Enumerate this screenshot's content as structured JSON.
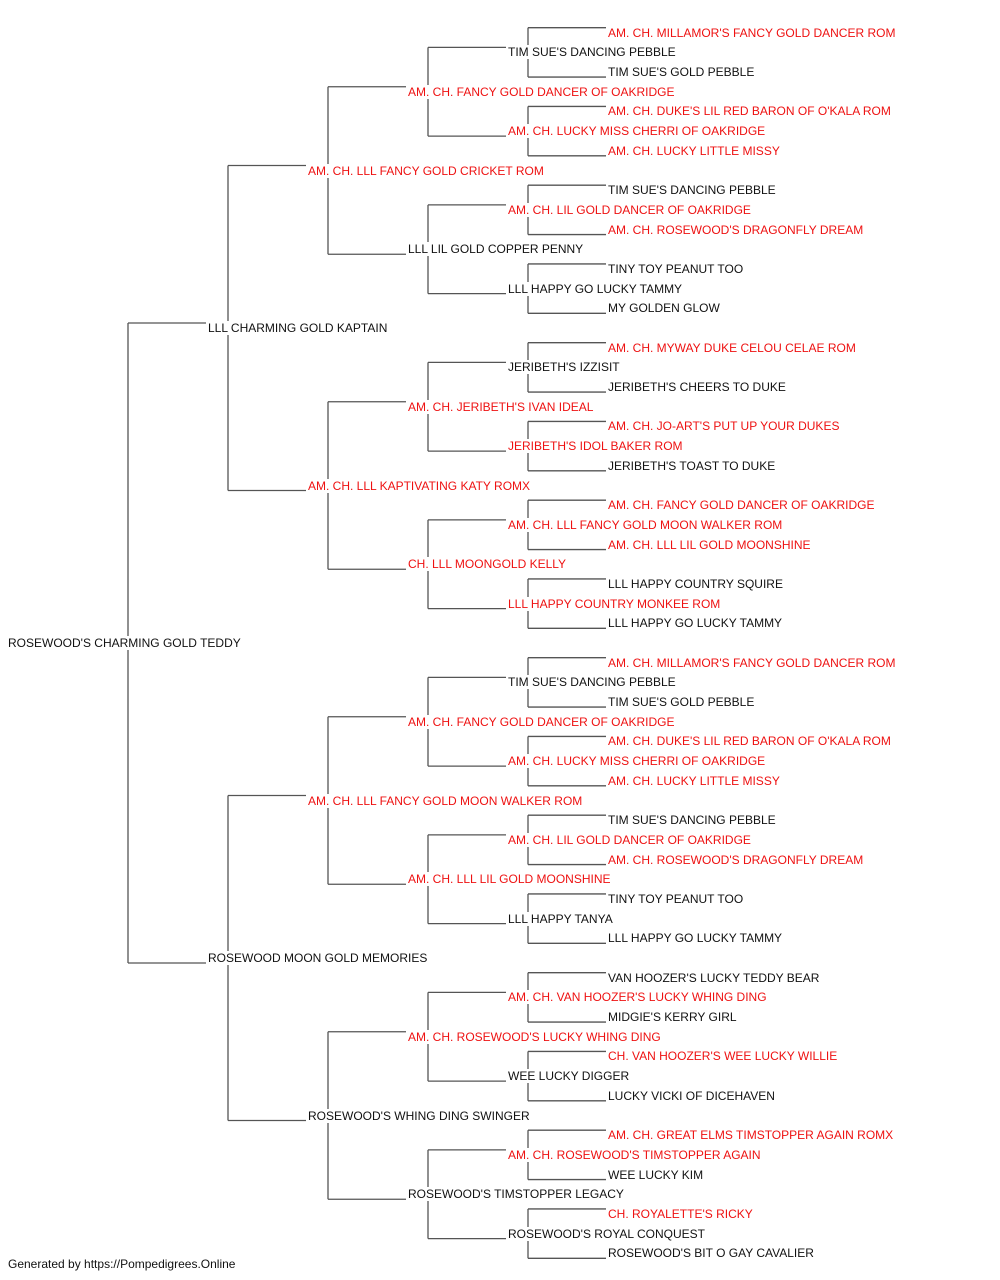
{
  "colors": {
    "champion": "#ee1111",
    "normal": "#111111",
    "line": "#555555"
  },
  "pedigree": {
    "name": "ROSEWOOD'S CHARMING GOLD TEDDY",
    "champion": false,
    "sire": {
      "name": "LLL CHARMING GOLD KAPTAIN",
      "champion": false,
      "sire": {
        "name": "AM. CH. LLL FANCY GOLD CRICKET ROM",
        "champion": true,
        "sire": {
          "name": "AM. CH. FANCY GOLD DANCER OF OAKRIDGE",
          "champion": true,
          "sire": {
            "name": "TIM SUE'S DANCING PEBBLE",
            "champion": false,
            "sire": {
              "name": "AM. CH. MILLAMOR'S FANCY GOLD DANCER ROM",
              "champion": true
            },
            "dam": {
              "name": "TIM SUE'S GOLD PEBBLE",
              "champion": false
            }
          },
          "dam": {
            "name": "AM. CH. LUCKY MISS CHERRI OF OAKRIDGE",
            "champion": true,
            "sire": {
              "name": "AM. CH. DUKE'S LIL RED BARON OF O'KALA ROM",
              "champion": true
            },
            "dam": {
              "name": "AM. CH. LUCKY LITTLE MISSY",
              "champion": true
            }
          }
        },
        "dam": {
          "name": "LLL LIL GOLD COPPER PENNY",
          "champion": false,
          "sire": {
            "name": "AM. CH. LIL GOLD DANCER OF OAKRIDGE",
            "champion": true,
            "sire": {
              "name": "TIM SUE'S DANCING PEBBLE",
              "champion": false
            },
            "dam": {
              "name": "AM. CH. ROSEWOOD'S DRAGONFLY DREAM",
              "champion": true
            }
          },
          "dam": {
            "name": "LLL HAPPY GO LUCKY TAMMY",
            "champion": false,
            "sire": {
              "name": "TINY TOY PEANUT TOO",
              "champion": false
            },
            "dam": {
              "name": "MY GOLDEN GLOW",
              "champion": false
            }
          }
        }
      },
      "dam": {
        "name": "AM. CH. LLL KAPTIVATING KATY ROMX",
        "champion": true,
        "sire": {
          "name": "AM. CH. JERIBETH'S IVAN IDEAL",
          "champion": true,
          "sire": {
            "name": "JERIBETH'S IZZISIT",
            "champion": false,
            "sire": {
              "name": "AM. CH. MYWAY DUKE CELOU CELAE ROM",
              "champion": true
            },
            "dam": {
              "name": "JERIBETH'S CHEERS TO DUKE",
              "champion": false
            }
          },
          "dam": {
            "name": "JERIBETH'S IDOL BAKER ROM",
            "champion": true,
            "sire": {
              "name": "AM. CH. JO-ART'S PUT UP YOUR DUKES",
              "champion": true
            },
            "dam": {
              "name": "JERIBETH'S TOAST TO DUKE",
              "champion": false
            }
          }
        },
        "dam": {
          "name": "CH. LLL MOONGOLD KELLY",
          "champion": true,
          "sire": {
            "name": "AM. CH. LLL FANCY GOLD MOON WALKER ROM",
            "champion": true,
            "sire": {
              "name": "AM. CH. FANCY GOLD DANCER OF OAKRIDGE",
              "champion": true
            },
            "dam": {
              "name": "AM. CH. LLL LIL GOLD MOONSHINE",
              "champion": true
            }
          },
          "dam": {
            "name": "LLL HAPPY COUNTRY MONKEE ROM",
            "champion": true,
            "sire": {
              "name": "LLL HAPPY COUNTRY SQUIRE",
              "champion": false
            },
            "dam": {
              "name": "LLL HAPPY GO LUCKY TAMMY",
              "champion": false
            }
          }
        }
      }
    },
    "dam": {
      "name": "ROSEWOOD MOON GOLD MEMORIES",
      "champion": false,
      "sire": {
        "name": "AM. CH. LLL FANCY GOLD MOON WALKER ROM",
        "champion": true,
        "sire": {
          "name": "AM. CH. FANCY GOLD DANCER OF OAKRIDGE",
          "champion": true,
          "sire": {
            "name": "TIM SUE'S DANCING PEBBLE",
            "champion": false,
            "sire": {
              "name": "AM. CH. MILLAMOR'S FANCY GOLD DANCER ROM",
              "champion": true
            },
            "dam": {
              "name": "TIM SUE'S GOLD PEBBLE",
              "champion": false
            }
          },
          "dam": {
            "name": "AM. CH. LUCKY MISS CHERRI OF OAKRIDGE",
            "champion": true,
            "sire": {
              "name": "AM. CH. DUKE'S LIL RED BARON OF O'KALA ROM",
              "champion": true
            },
            "dam": {
              "name": "AM. CH. LUCKY LITTLE MISSY",
              "champion": true
            }
          }
        },
        "dam": {
          "name": "AM. CH. LLL LIL GOLD MOONSHINE",
          "champion": true,
          "sire": {
            "name": "AM. CH. LIL GOLD DANCER OF OAKRIDGE",
            "champion": true,
            "sire": {
              "name": "TIM SUE'S DANCING PEBBLE",
              "champion": false
            },
            "dam": {
              "name": "AM. CH. ROSEWOOD'S DRAGONFLY DREAM",
              "champion": true
            }
          },
          "dam": {
            "name": "LLL HAPPY TANYA",
            "champion": false,
            "sire": {
              "name": "TINY TOY PEANUT TOO",
              "champion": false
            },
            "dam": {
              "name": "LLL HAPPY GO LUCKY TAMMY",
              "champion": false
            }
          }
        }
      },
      "dam": {
        "name": "ROSEWOOD'S WHING DING SWINGER",
        "champion": false,
        "sire": {
          "name": "AM. CH. ROSEWOOD'S LUCKY WHING DING",
          "champion": true,
          "sire": {
            "name": "AM. CH. VAN HOOZER'S LUCKY WHING DING",
            "champion": true,
            "sire": {
              "name": "VAN HOOZER'S LUCKY TEDDY BEAR",
              "champion": false
            },
            "dam": {
              "name": "MIDGIE'S KERRY GIRL",
              "champion": false
            }
          },
          "dam": {
            "name": "WEE LUCKY DIGGER",
            "champion": false,
            "sire": {
              "name": "CH. VAN HOOZER'S WEE LUCKY WILLIE",
              "champion": true
            },
            "dam": {
              "name": "LUCKY VICKI OF DICEHAVEN",
              "champion": false
            }
          }
        },
        "dam": {
          "name": "ROSEWOOD'S TIMSTOPPER LEGACY",
          "champion": false,
          "sire": {
            "name": "AM. CH. ROSEWOOD'S TIMSTOPPER AGAIN",
            "champion": true,
            "sire": {
              "name": "AM. CH. GREAT ELMS TIMSTOPPER AGAIN ROMX",
              "champion": true
            },
            "dam": {
              "name": "WEE LUCKY KIM",
              "champion": false
            }
          },
          "dam": {
            "name": "ROSEWOOD'S ROYAL CONQUEST",
            "champion": false,
            "sire": {
              "name": "CH. ROYALETTE'S RICKY",
              "champion": true
            },
            "dam": {
              "name": "ROSEWOOD'S BIT O GAY CAVALIER",
              "champion": false
            }
          }
        }
      }
    }
  },
  "footer": "Generated by https://Pompedigrees.Online"
}
